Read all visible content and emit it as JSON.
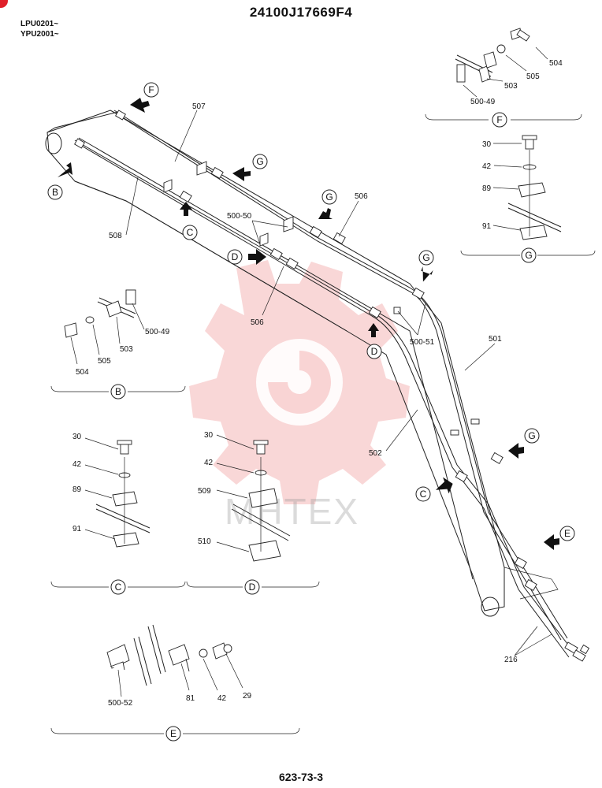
{
  "header": {
    "code": "24100J17669F4",
    "serial_1": "LPU0201~",
    "serial_2": "YPU2001~"
  },
  "footer": {
    "page": "623-73-3"
  },
  "watermark": {
    "text": "MHTEX",
    "color": "#e24a4a"
  },
  "views": {
    "B": "B",
    "C": "C",
    "D": "D",
    "E": "E",
    "F": "F",
    "G": "G"
  },
  "parts": {
    "p501": "501",
    "p502": "502",
    "p506a": "506",
    "p506b": "506",
    "p507": "507",
    "p508": "508",
    "p500_50": "500-50",
    "p500_51": "500-51",
    "p216": "216",
    "f504": "504",
    "f505": "505",
    "f503": "503",
    "f500_49": "500-49",
    "g30": "30",
    "g42": "42",
    "g89": "89",
    "g91": "91",
    "b500_49": "500-49",
    "b503": "503",
    "b504": "504",
    "b505": "505",
    "c30": "30",
    "c42": "42",
    "c89": "89",
    "c91": "91",
    "d30": "30",
    "d42": "42",
    "d509": "509",
    "d510": "510",
    "e500_52": "500-52",
    "e81": "81",
    "e42": "42",
    "e29": "29"
  }
}
